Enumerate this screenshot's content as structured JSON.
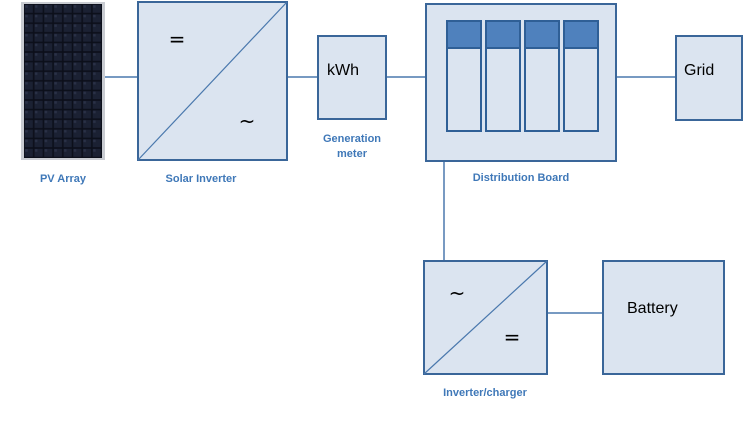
{
  "labels": {
    "pv_array": "PV Array",
    "solar_inverter": "Solar Inverter",
    "generation_meter_line1": "Generation",
    "generation_meter_line2": "meter",
    "distribution_board": "Distribution Board",
    "inverter_charger": "Inverter/charger"
  },
  "box_text": {
    "meter": "kWh",
    "grid": "Grid",
    "battery": "Battery"
  },
  "symbols": {
    "dc": "=",
    "ac": "~"
  },
  "colors": {
    "box_fill": "#dbe4f0",
    "box_stroke": "#3a6699",
    "caption": "#3f78b8",
    "breaker_cap": "#4f81bd",
    "panel_cell": "#0c0f1a"
  },
  "icons": {
    "pv_panel": "solar-panel-icon"
  }
}
